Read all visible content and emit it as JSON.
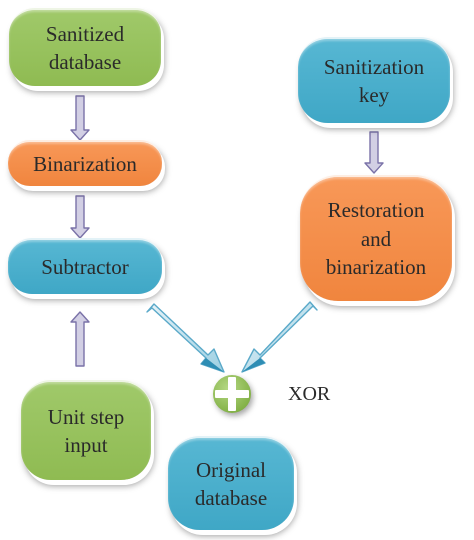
{
  "nodes": {
    "sanitized_database": {
      "line1": "Sanitized",
      "line2": "database"
    },
    "binarization": {
      "line1": "Binarization"
    },
    "subtractor": {
      "line1": "Subtractor"
    },
    "unit_step_input": {
      "line1": "Unit step",
      "line2": "input"
    },
    "sanitization_key": {
      "line1": "Sanitization",
      "line2": "key"
    },
    "restoration_binarization": {
      "line1": "Restoration",
      "line2": "and",
      "line3": "binarization"
    },
    "original_database": {
      "line1": "Original",
      "line2": "database"
    }
  },
  "xor": {
    "label": "XOR"
  },
  "colors": {
    "green": "#8fbb52",
    "orange": "#f0853e",
    "blue": "#3fa7c6",
    "arrow_fill": "#c9c6dc",
    "arrow_stroke": "#7a72a8",
    "xor_fill": "#8fbb52"
  }
}
